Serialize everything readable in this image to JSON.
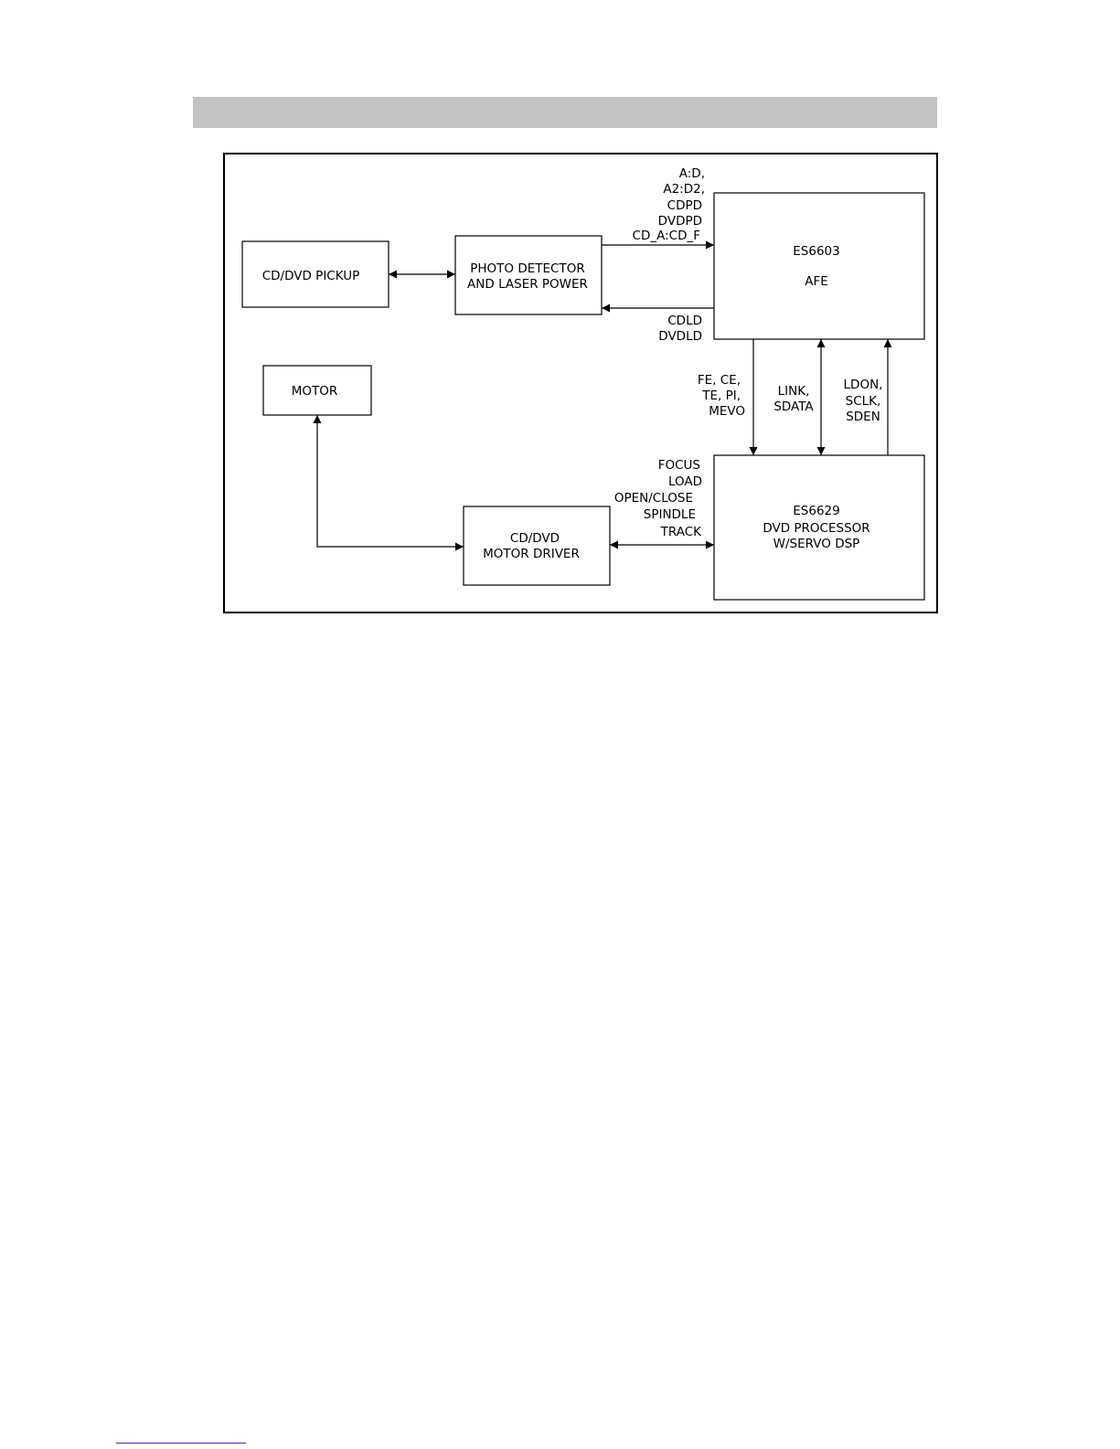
{
  "colors": {
    "header_band": "#c3c3c3",
    "line": "#000000",
    "footer_rule": "#2f2fcf"
  },
  "blocks": {
    "pickup": [
      "CD/DVD PICKUP"
    ],
    "photo_detector": [
      "PHOTO DETECTOR",
      "AND LASER POWER"
    ],
    "afe": [
      "ES6603",
      "AFE"
    ],
    "motor": [
      "MOTOR"
    ],
    "motor_driver": [
      "CD/DVD",
      "MOTOR DRIVER"
    ],
    "processor": [
      "ES6629",
      "DVD PROCESSOR",
      "W/SERVO DSP"
    ]
  },
  "signals": {
    "pd_to_afe": [
      "A:D,",
      "A2:D2,",
      "CDPD",
      "DVDPD",
      "CD_A:CD_F"
    ],
    "afe_to_pd": [
      "CDLD",
      "DVDLD"
    ],
    "afe_to_dsp": [
      "FE, CE,",
      "TE, PI,",
      "MEVO"
    ],
    "link": [
      "LINK,",
      "SDATA"
    ],
    "dsp_to_afe": [
      "LDON,",
      "SCLK,",
      "SDEN"
    ],
    "driver_dsp": [
      "FOCUS",
      "LOAD",
      "OPEN/CLOSE",
      "SPINDLE",
      "TRACK"
    ]
  }
}
